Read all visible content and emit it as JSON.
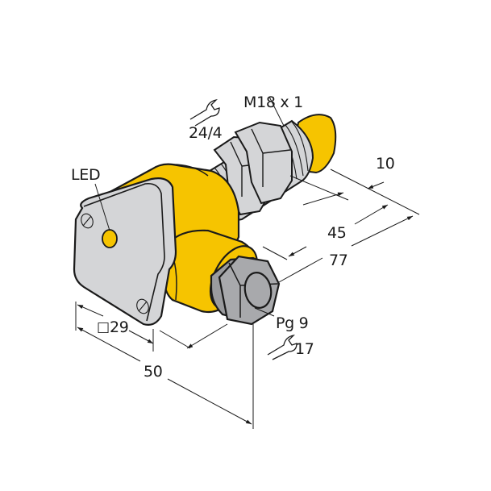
{
  "drawing": {
    "title": "Inductive sensor dimension drawing",
    "colors": {
      "housing_yellow": "#f6c400",
      "metal_gray": "#d4d5d7",
      "cable_gland_gray": "#9a9b9e",
      "outline": "#1a1a1a",
      "background": "#ffffff"
    },
    "labels": {
      "thread": "M18 x 1",
      "wrench_sensor": "24/4",
      "led": "LED",
      "gland": "Pg 9",
      "wrench_gland": "17",
      "square": "29",
      "square_symbol": "□"
    },
    "dimensions": {
      "sensing_face_offset": "10",
      "thread_length": "45",
      "total_length": "77",
      "width": "50",
      "square_size": "29"
    },
    "icons": [
      "wrench-icon",
      "wrench-icon"
    ]
  }
}
